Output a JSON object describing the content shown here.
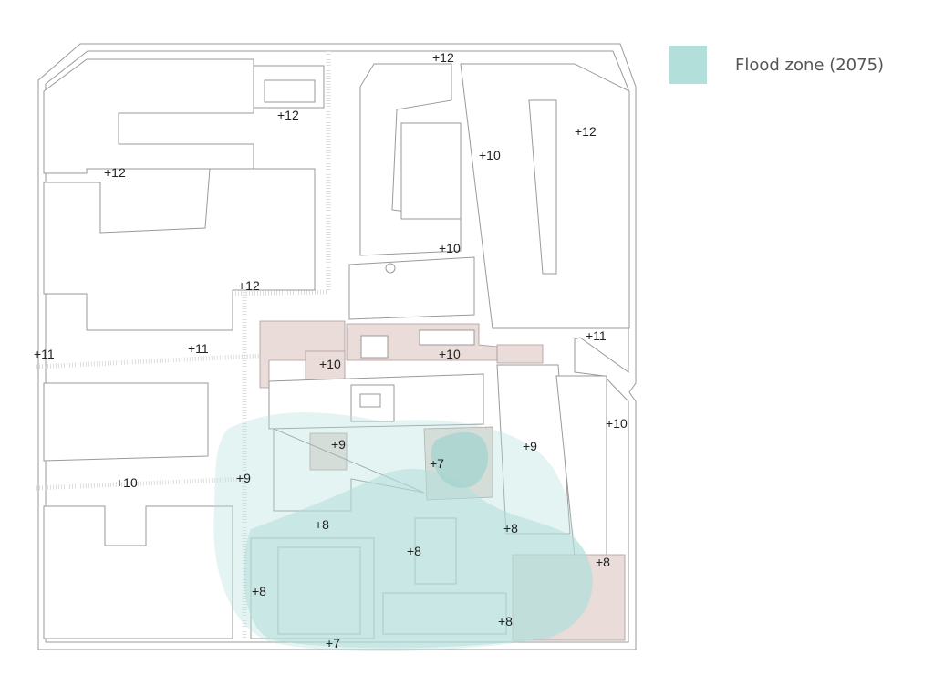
{
  "legend": {
    "label": "Flood zone (2075)",
    "color": "#b2dfda"
  },
  "elevations": [
    "+12",
    "+12",
    "+12",
    "+10",
    "+12",
    "+10",
    "+12",
    "+11",
    "+11",
    "+11",
    "+10",
    "+10",
    "+10",
    "+9",
    "+7",
    "+9",
    "+9",
    "+10",
    "+8",
    "+8",
    "+8",
    "+8",
    "+8",
    "+8",
    "+7"
  ]
}
